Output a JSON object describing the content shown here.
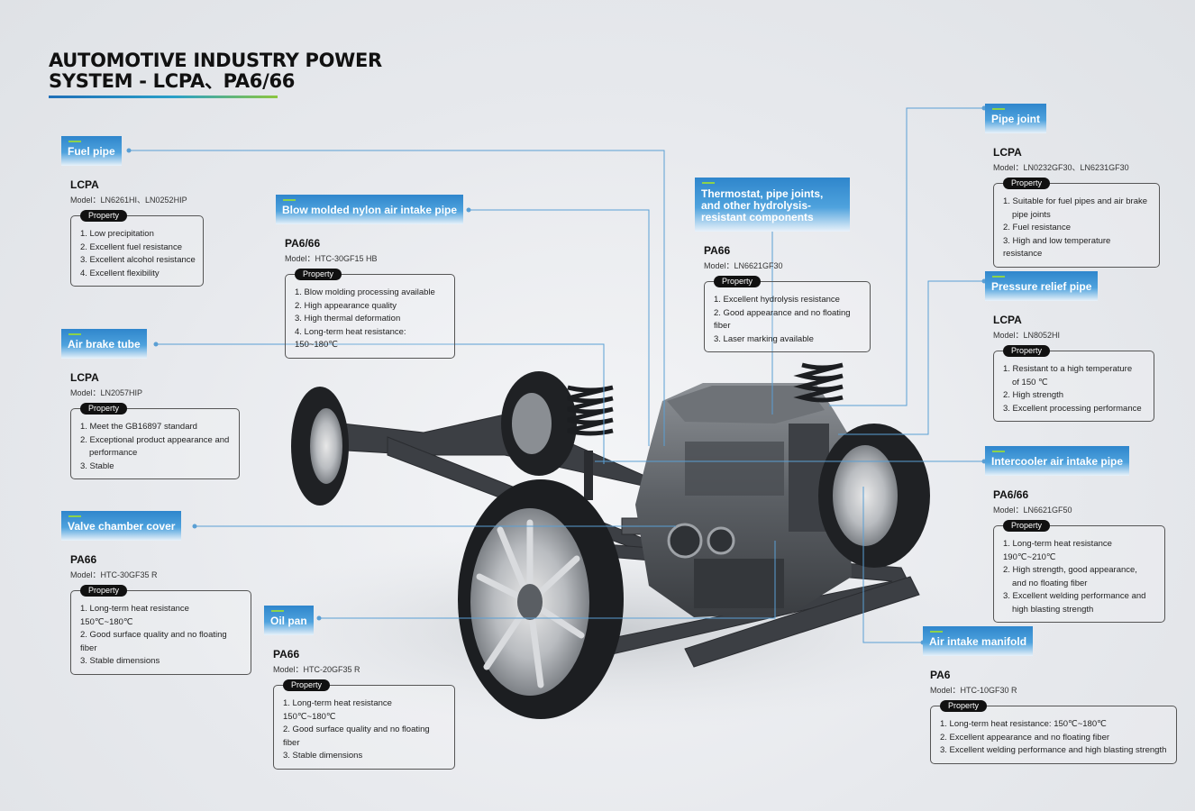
{
  "title": {
    "line1": "AUTOMOTIVE INDUSTRY POWER",
    "line2": "SYSTEM - LCPA、PA6/66"
  },
  "property_label": "Property",
  "colors": {
    "tag_blue": "#2f86cc",
    "accent_green": "#8cd24a",
    "leader_line": "#5a9fd4"
  },
  "callouts": {
    "fuel_pipe": {
      "name": "Fuel pipe",
      "material": "LCPA",
      "model": "Model：LN6261HI、LN0252HIP",
      "properties": [
        "1. Low precipitation",
        "2. Excellent fuel resistance",
        "3. Excellent alcohol resistance",
        "4. Excellent flexibility"
      ]
    },
    "air_brake_tube": {
      "name": "Air brake tube",
      "material": "LCPA",
      "model": "Model：LN2057HIP",
      "properties": [
        "1. Meet the GB16897 standard",
        "2. Exceptional product appearance and",
        "performance",
        "3. Stable"
      ]
    },
    "valve_chamber_cover": {
      "name": "Valve chamber cover",
      "material": "PA66",
      "model": "Model：HTC-30GF35 R",
      "properties": [
        "1. Long-term heat resistance 150℃~180℃",
        "2. Good surface quality and no floating fiber",
        "3. Stable dimensions"
      ]
    },
    "blow_molded": {
      "name": "Blow molded nylon air intake pipe",
      "material": "PA6/66",
      "model": "Model：HTC-30GF15 HB",
      "properties": [
        "1. Blow molding processing available",
        "2. High appearance quality",
        "3. High thermal deformation",
        "4. Long-term heat resistance: 150~180℃"
      ]
    },
    "oil_pan": {
      "name": "Oil pan",
      "material": "PA66",
      "model": "Model：HTC-20GF35 R",
      "properties": [
        "1. Long-term heat resistance 150℃~180℃",
        "2. Good surface quality and no floating fiber",
        "3. Stable dimensions"
      ]
    },
    "thermostat": {
      "name": "Thermostat, pipe joints, and other hydrolysis-resistant components",
      "material": "PA66",
      "model": "Model：LN6621GF30",
      "properties": [
        "1. Excellent hydrolysis resistance",
        "2. Good appearance and no floating fiber",
        "3. Laser marking available"
      ]
    },
    "pipe_joint": {
      "name": "Pipe joint",
      "material": "LCPA",
      "model": "Model：LN0232GF30、LN6231GF30",
      "properties": [
        "1. Suitable for fuel pipes and air brake",
        "pipe joints",
        "2. Fuel resistance",
        "3. High and low temperature resistance"
      ]
    },
    "pressure_relief": {
      "name": "Pressure relief pipe",
      "material": "LCPA",
      "model": "Model：LN8052HI",
      "properties": [
        "1. Resistant to a high temperature",
        "of 150 ℃",
        "2. High strength",
        "3. Excellent processing performance"
      ]
    },
    "intercooler": {
      "name": "Intercooler air intake pipe",
      "material": "PA6/66",
      "model": "Model：LN6621GF50",
      "properties": [
        "1. Long-term heat resistance 190℃~210℃",
        "2. High strength, good appearance,",
        "and no floating fiber",
        "3. Excellent welding performance and",
        "high blasting strength"
      ]
    },
    "air_intake_manifold": {
      "name": "Air intake manifold",
      "material": "PA6",
      "model": "Model：HTC-10GF30 R",
      "properties": [
        "1. Long-term heat resistance: 150℃~180℃",
        "2. Excellent appearance and no floating fiber",
        "3. Excellent welding performance and high blasting strength"
      ]
    }
  }
}
